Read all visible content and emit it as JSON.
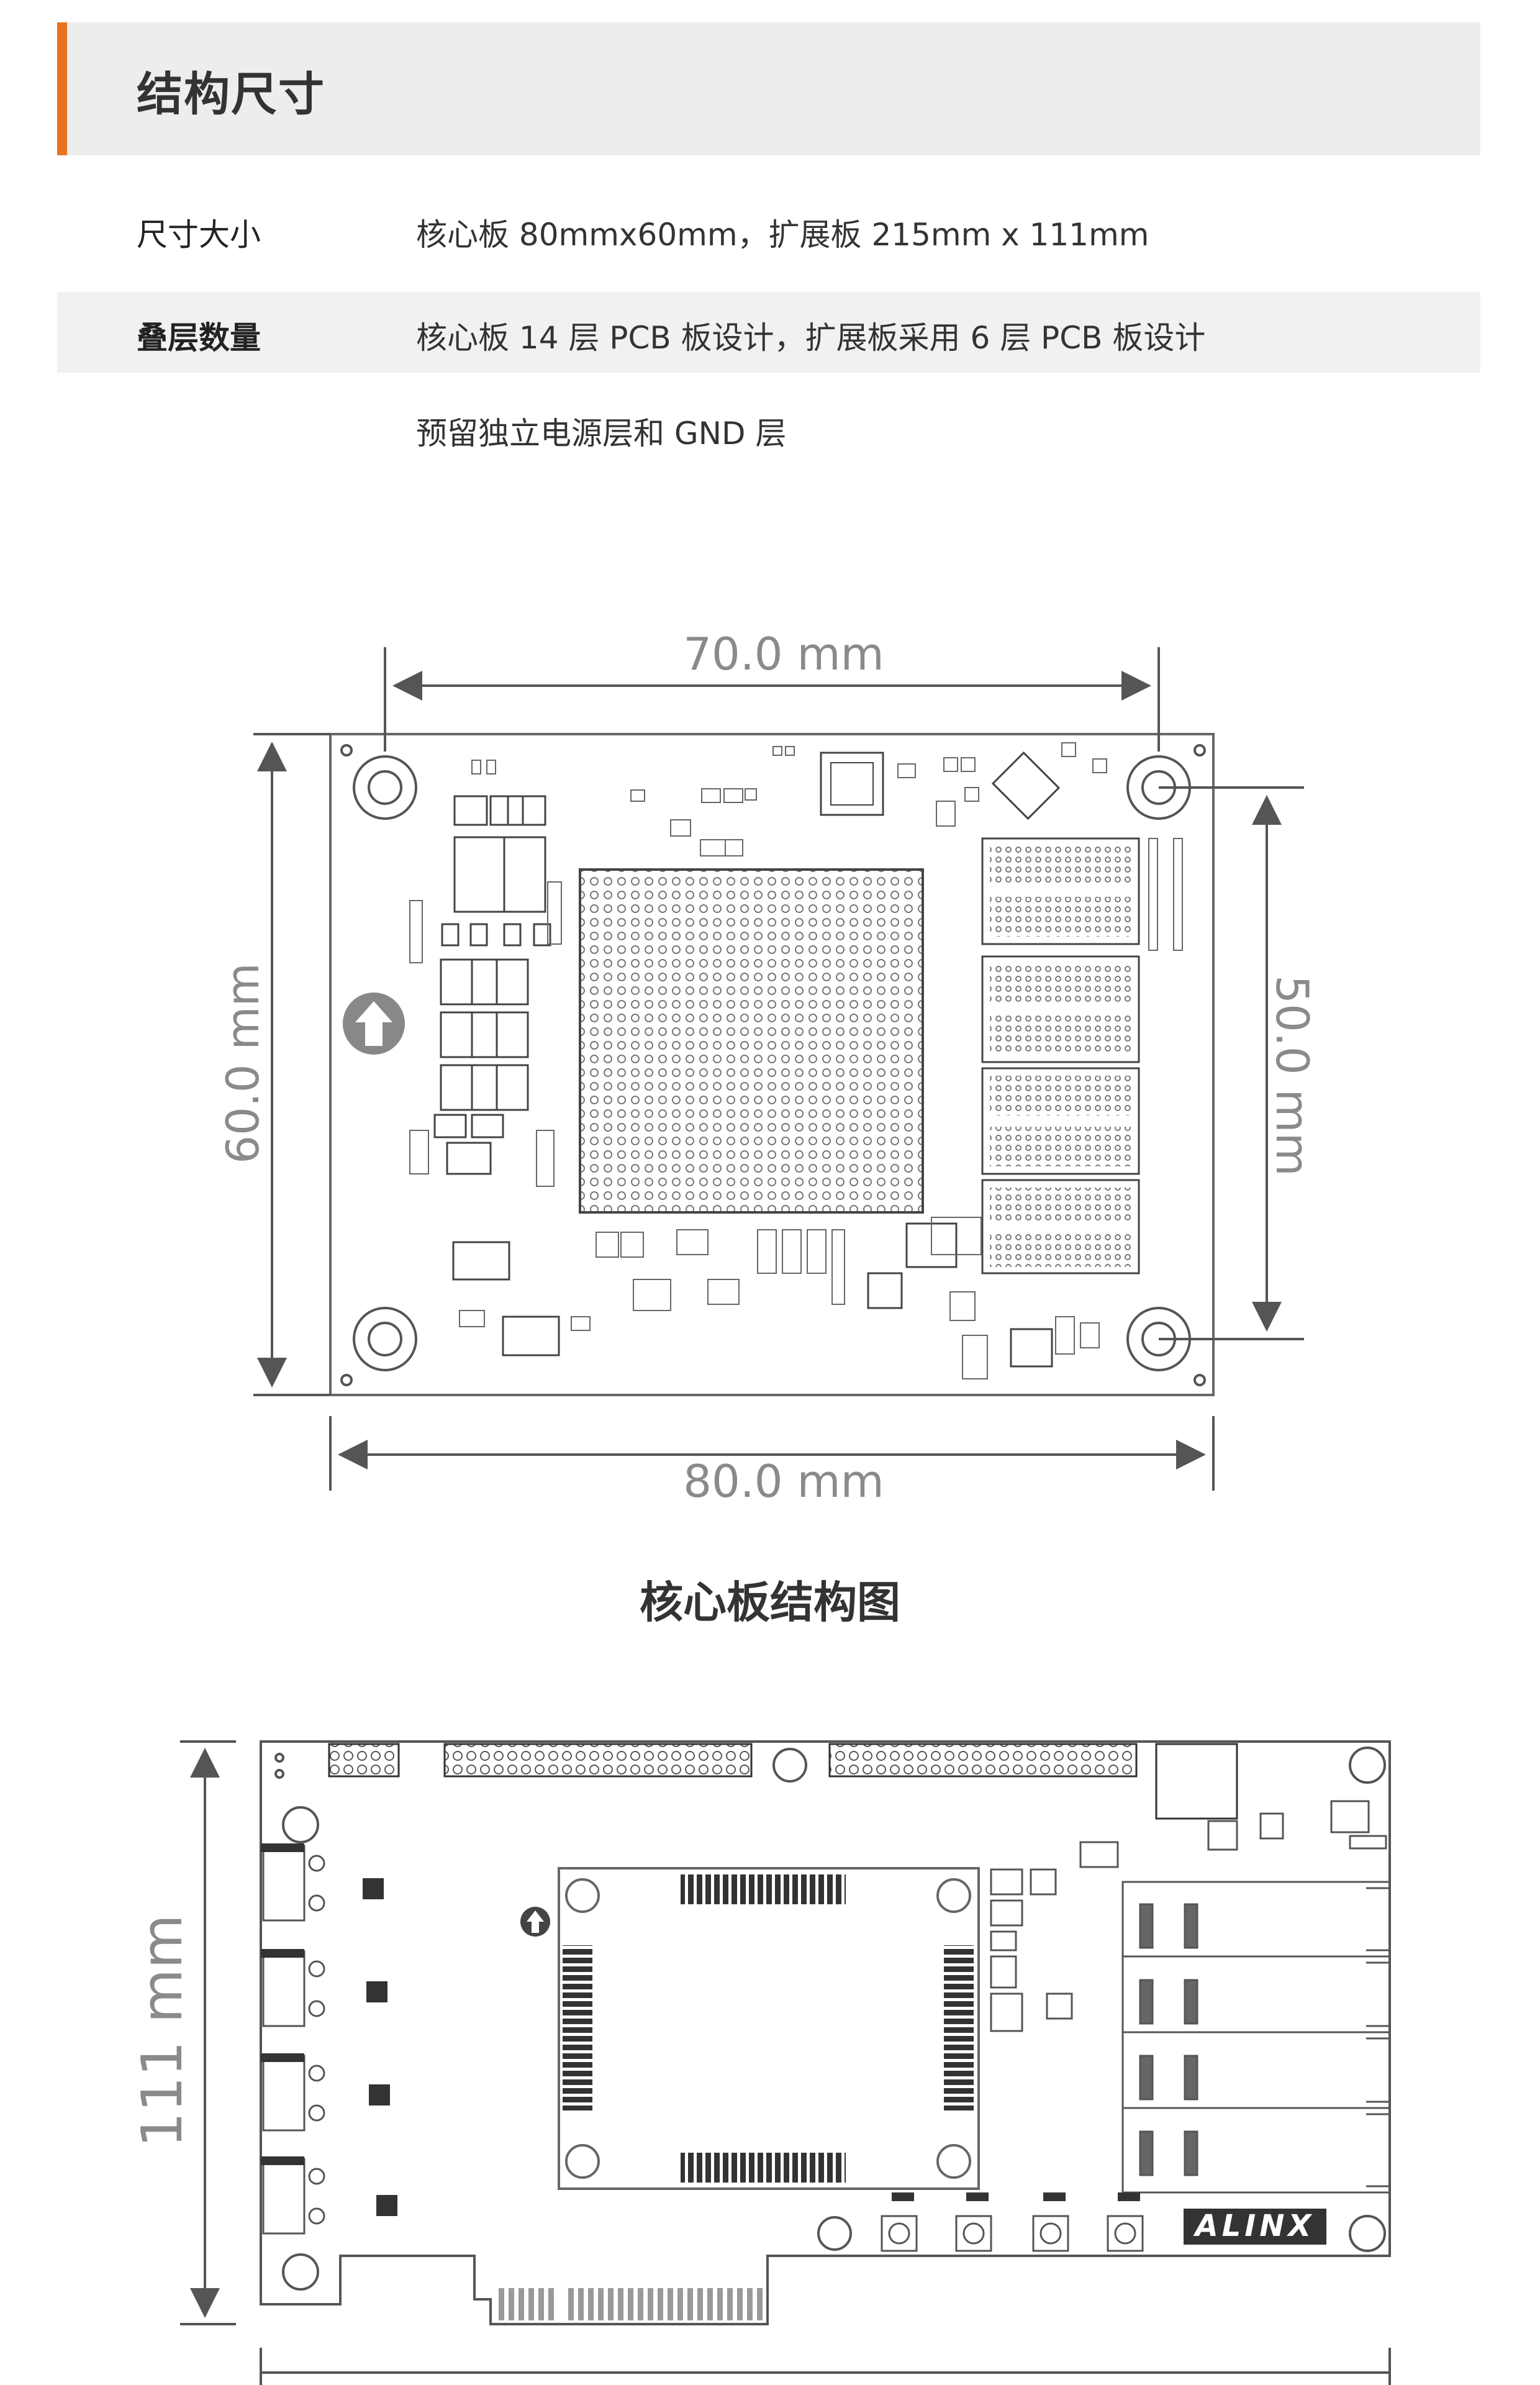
{
  "section_title": "结构尺寸",
  "specs": [
    {
      "label": "尺寸大小",
      "value": "核心板 80mmx60mm，扩展板 215mm x 111mm"
    },
    {
      "label": "叠层数量",
      "value": "核心板 14 层 PCB 板设计，扩展板采用 6 层 PCB 板设计"
    },
    {
      "label": "",
      "value": "预留独立电源层和 GND 层"
    }
  ],
  "core_board": {
    "dim_top": "70.0 mm",
    "dim_left": "60.0 mm",
    "dim_right": "50.0 mm",
    "dim_bottom": "80.0 mm",
    "caption": "核心板结构图"
  },
  "carrier_board": {
    "dim_left": "111 mm",
    "logo": "ALINX"
  }
}
